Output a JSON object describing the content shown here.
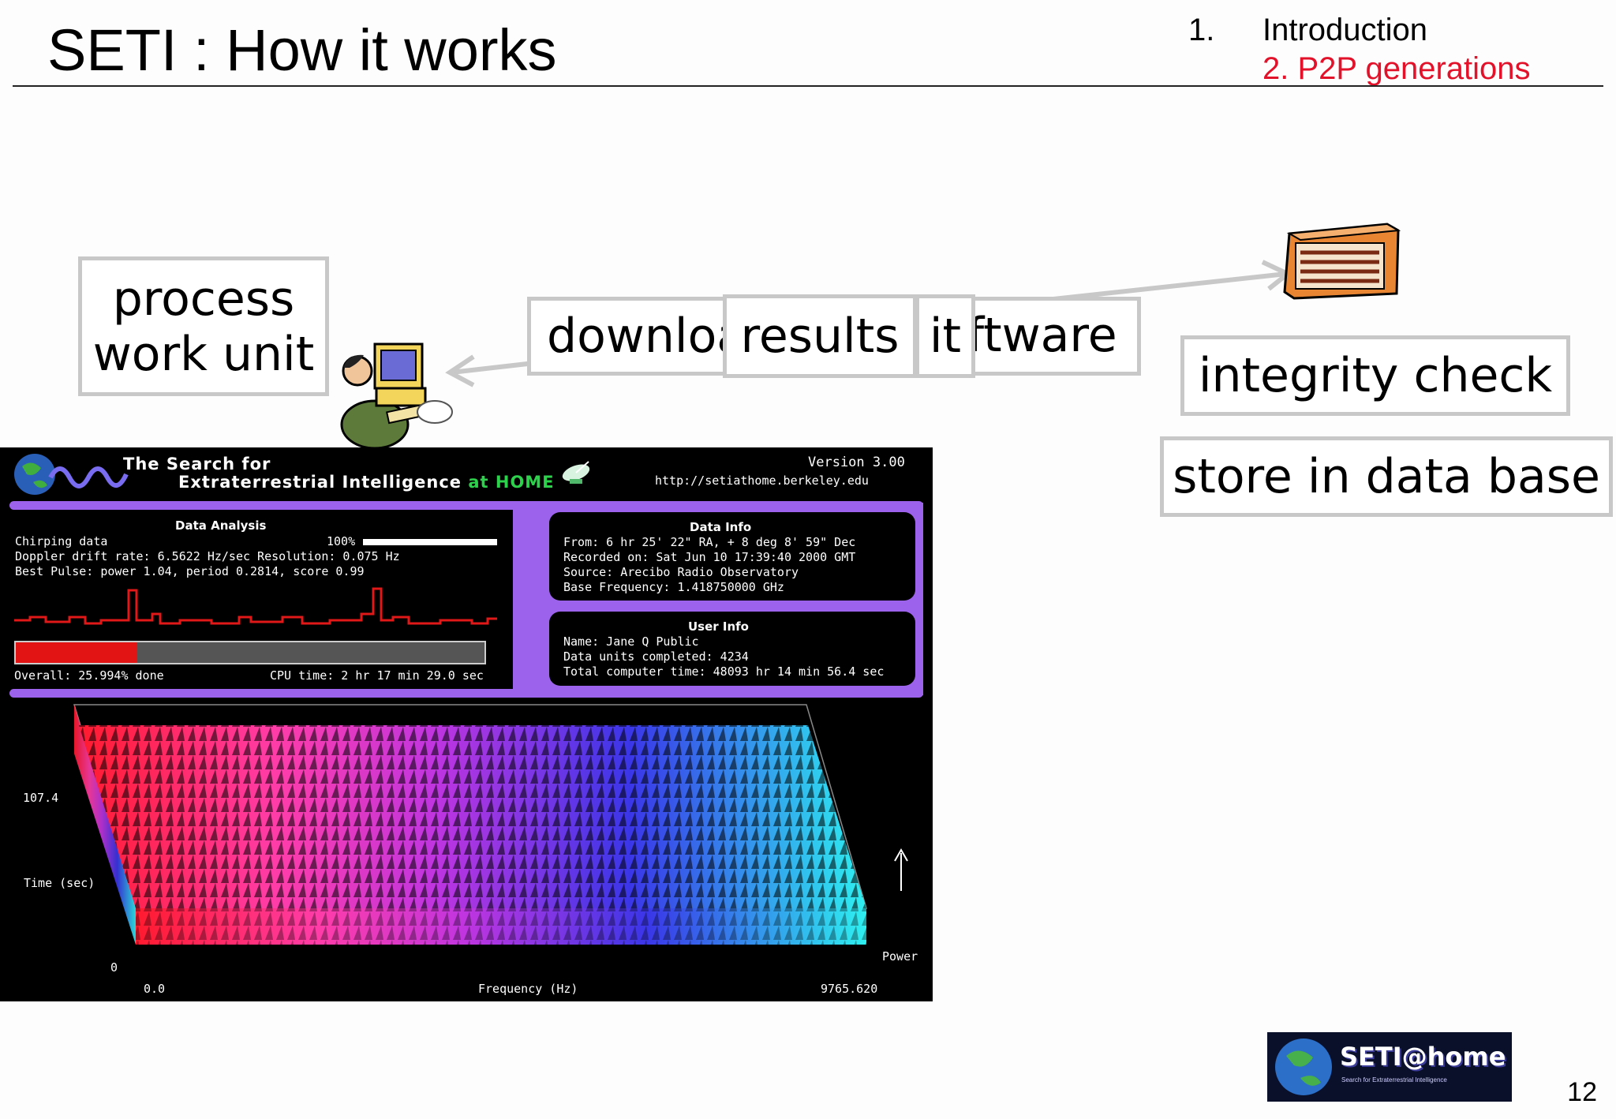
{
  "slide": {
    "title": "SETI : How it works",
    "outline_number": "1.",
    "outline_item_1": "Introduction",
    "outline_item_2": "2. P2P generations",
    "page_number": "12"
  },
  "diagram": {
    "process_label": "process\nwork unit",
    "download_label": "download",
    "results_label": "results",
    "it_label": "it",
    "software_label": "ftware",
    "integrity_label": "integrity check",
    "store_label": "store in data base"
  },
  "seti_window": {
    "header_line1": "The Search for",
    "header_line2": "Extraterrestrial Intelligence",
    "header_home": "at HOME",
    "version": "Version 3.00",
    "url": "http://setiathome.berkeley.edu",
    "data_analysis": {
      "heading": "Data Analysis",
      "chirping": "Chirping data",
      "chirp_pct": "100%",
      "chirp_progress": 1.0,
      "doppler": "Doppler drift rate: 6.5622 Hz/sec    Resolution: 0.075 Hz",
      "best_pulse": "Best Pulse: power  1.04, period 0.2814, score  0.99",
      "overall": "Overall: 25.994% done",
      "overall_progress": 0.25994,
      "cpu_time": "CPU time: 2 hr 17 min 29.0 sec"
    },
    "data_info": {
      "heading": "Data Info",
      "from": "From:  6 hr 25' 22\" RA, +  8 deg  8' 59\" Dec",
      "recorded": "Recorded on: Sat Jun 10 17:39:40 2000 GMT",
      "source": "Source: Arecibo Radio Observatory",
      "base_freq": "Base Frequency: 1.418750000 GHz"
    },
    "user_info": {
      "heading": "User Info",
      "name": "Name:  Jane Q Public",
      "units": "Data units completed: 4234",
      "total_time": "Total computer time: 48093 hr  14 min 56.4 sec"
    },
    "plot": {
      "y_tick_top": "107.4",
      "y_label": "Time (sec)",
      "y_tick_zero": "0",
      "x_tick_start": "0.0",
      "x_label": "Frequency (Hz)",
      "x_tick_end": "9765.620",
      "z_label": "Power"
    }
  },
  "logo": {
    "text": "SETI@home",
    "subtext": "Search for Extraterrestrial Intelligence"
  },
  "colors": {
    "accent_red": "#e3122b",
    "panel_purple": "#9d62ec",
    "box_border": "#c8c8c8"
  }
}
